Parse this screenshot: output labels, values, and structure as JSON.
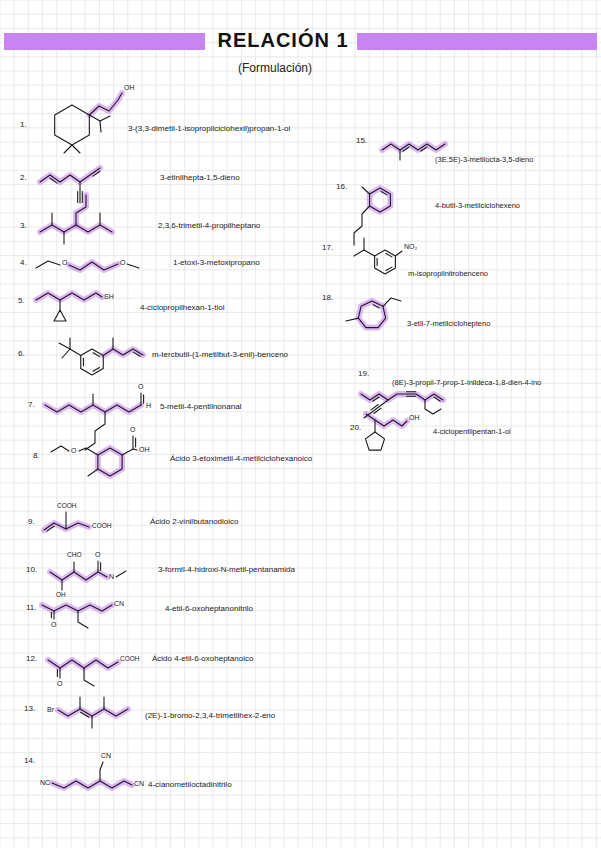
{
  "diagram": {
    "title": "RELACIÓN 1",
    "labels": [
      "(Formulación)",
      "1.",
      "OH",
      "3-(3,3-dimetil-1-isopropilciclohexil)propan-1-ol",
      "2.",
      "3-etinilhepta-1,5-dieno",
      "3.",
      "2,3,6-trimetil-4-propilheptano",
      "4.",
      "O",
      "O",
      "1-etoxi-3-metoxipropano",
      "5.",
      "SH",
      "4-ciclopropilhexan-1-tiol",
      "6.",
      "m-tercbutil-(1-metilbut-3-enil)-benceno",
      "7.",
      "O",
      "H",
      "5-metil-4-pentilnonanal",
      "8.",
      "O",
      "O",
      "OH",
      "Ácido 3-etoximetil-4-metilciclohexanoico",
      "9.",
      "COOH",
      "COOH",
      "Ácido 2-vinilbutanodioico",
      "10.",
      "CHO",
      "OH",
      "O",
      "N",
      "3-formil-4-hidroxi-N-metil-pentanamida",
      "11.",
      "O",
      "CN",
      "4-etil-6-oxoheptanonitrilo",
      "12.",
      "O",
      "COOH",
      "Ácido 4-etil-6-oxoheptanoico",
      "13.",
      "Br",
      "(2E)-1-bromo-2,3,4-trimetilhex-2-eno",
      "14.",
      "CN",
      "NC",
      "CN",
      "4-cianometiloctadinitrilo",
      "15.",
      "(3E,5E)-3-metilocta-3,5-dieno",
      "16.",
      "4-butil-3-metilciclohexeno",
      "17.",
      "NO₂",
      "m-isopropilnitrobenceno",
      "18.",
      "3-etil-7-metilciclohepteno",
      "19.",
      "(8E)-3-propil-7-prop-1-inildeca-1,8-dien-4-ino",
      "20.",
      "OH",
      "4-ciclopentilpentan-1-ol"
    ]
  }
}
